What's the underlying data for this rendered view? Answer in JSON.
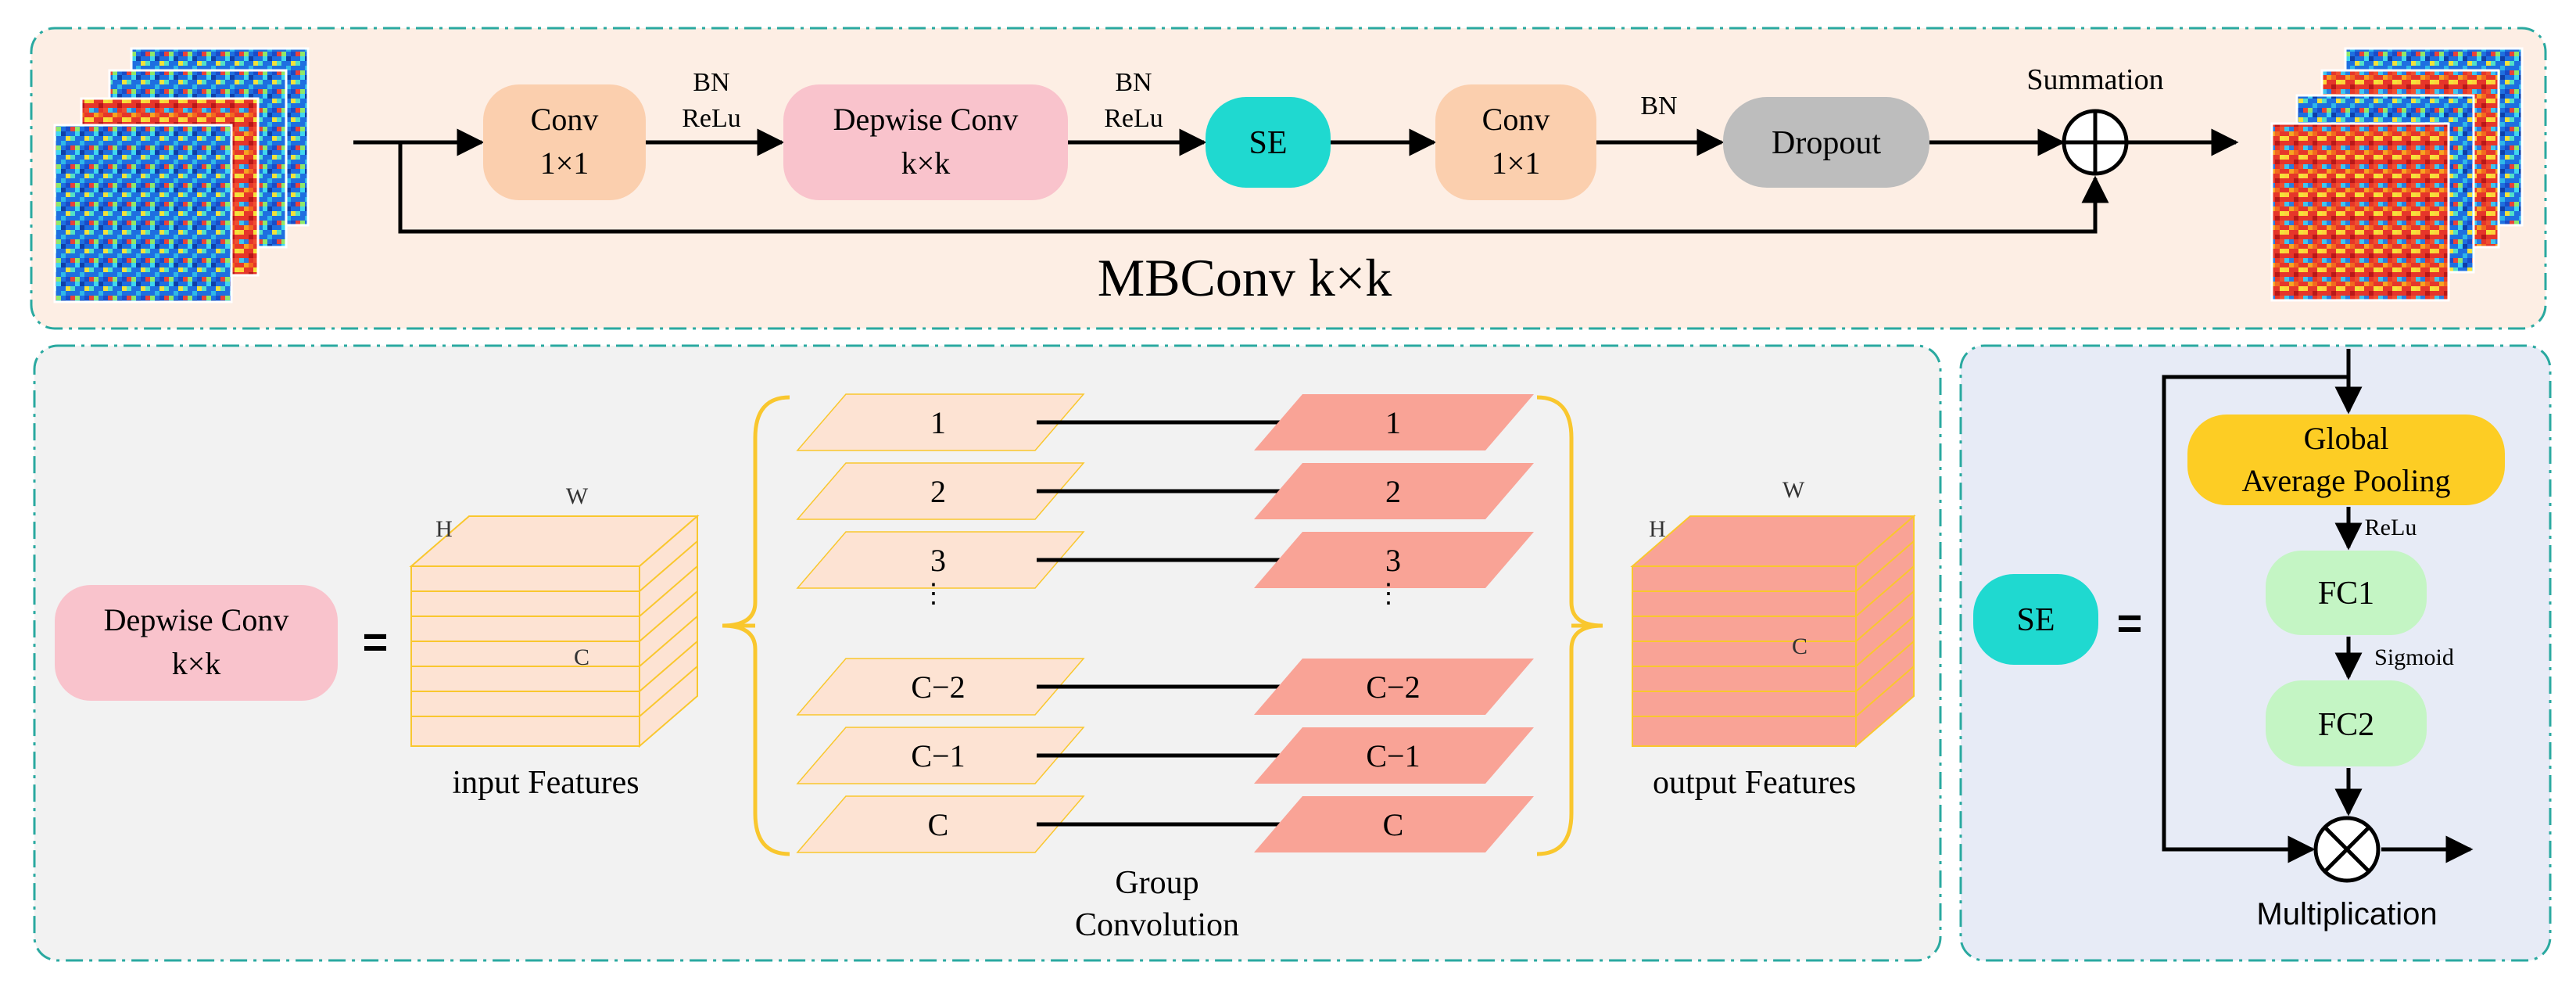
{
  "colors": {
    "panel_top_fill": "#fdeee4",
    "panel_mid_fill": "#f2f2f2",
    "panel_right_fill": "#e7ebf6",
    "panel_border": "#2aa9a0",
    "conv_fill": "#fbcfae",
    "depwise_fill": "#f9c3cc",
    "se_fill": "#1fd9d0",
    "dropout_fill": "#bdbdbd",
    "gap_fill": "#fdcd24",
    "fc_fill": "#c4f5c4",
    "input_block": "#fde3d3",
    "output_block": "#f9a396",
    "bracket": "#f9c72e",
    "line": "#000000"
  },
  "mbconv": {
    "title": "MBConv k×k",
    "conv1_line1": "Conv",
    "conv1_line2": "1×1",
    "bn_relu_1_line1": "BN",
    "bn_relu_1_line2": "ReLu",
    "depwise_line1": "Depwise Conv",
    "depwise_line2": "k×k",
    "bn_relu_2_line1": "BN",
    "bn_relu_2_line2": "ReLu",
    "se_label": "SE",
    "conv2_line1": "Conv",
    "conv2_line2": "1×1",
    "bn_3": "BN",
    "dropout_label": "Dropout",
    "summation_label": "Summation"
  },
  "depwise": {
    "box_line1": "Depwise Conv",
    "box_line2": "k×k",
    "equals": "=",
    "input_caption": "input Features",
    "input_h": "H",
    "input_w": "W",
    "input_c": "C",
    "output_caption": "output Features",
    "output_h": "H",
    "output_w": "W",
    "output_c": "C",
    "group_caption_line1": "Group",
    "group_caption_line2": "Convolution",
    "left_labels": [
      "1",
      "2",
      "3",
      "C−2",
      "C−1",
      "C"
    ],
    "right_labels": [
      "1",
      "2",
      "3",
      "C−2",
      "C−1",
      "C"
    ],
    "left_dots": "·\n·\n·",
    "right_dots": "·\n·\n·"
  },
  "se": {
    "box_label": "SE",
    "equals": "=",
    "gap_line1": "Global",
    "gap_line2": "Average Pooling",
    "relu": "ReLu",
    "fc1": "FC1",
    "sigmoid": "Sigmoid",
    "fc2": "FC2",
    "multiplication_label": "Multiplication"
  }
}
